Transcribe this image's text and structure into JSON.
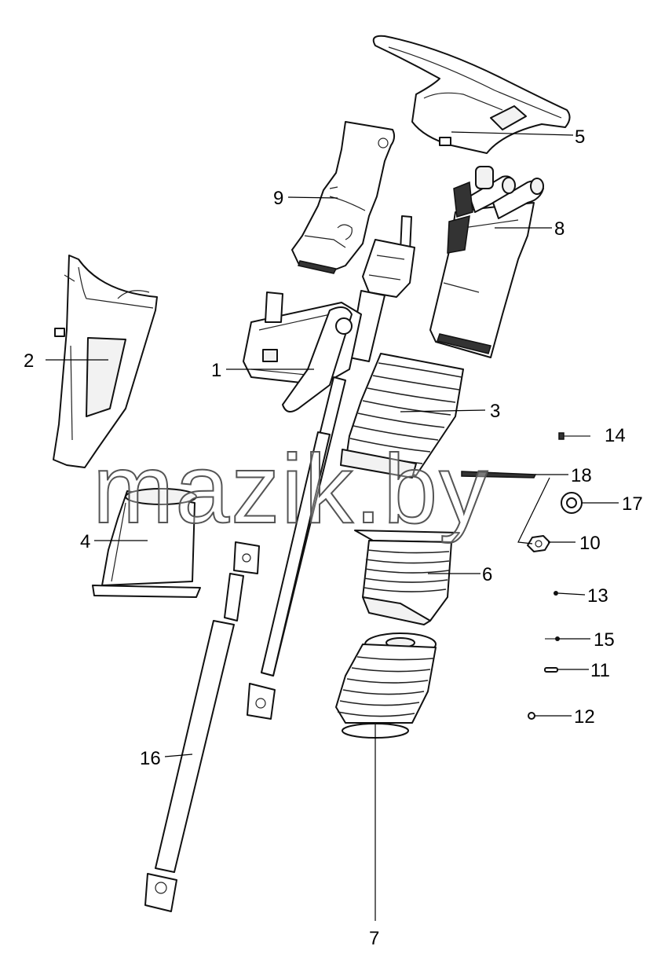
{
  "watermark": "mazik.by",
  "callouts": [
    {
      "label": "1"
    },
    {
      "label": "2"
    },
    {
      "label": "3"
    },
    {
      "label": "4"
    },
    {
      "label": "5"
    },
    {
      "label": "6"
    },
    {
      "label": "7"
    },
    {
      "label": "8"
    },
    {
      "label": "9"
    },
    {
      "label": "10"
    },
    {
      "label": "11"
    },
    {
      "label": "12"
    },
    {
      "label": "13"
    },
    {
      "label": "14"
    },
    {
      "label": "15"
    },
    {
      "label": "16"
    },
    {
      "label": "17"
    },
    {
      "label": "18"
    }
  ],
  "colors": {
    "line": "#111111",
    "fill": "#ffffff",
    "watermark_stroke": "#555555"
  }
}
